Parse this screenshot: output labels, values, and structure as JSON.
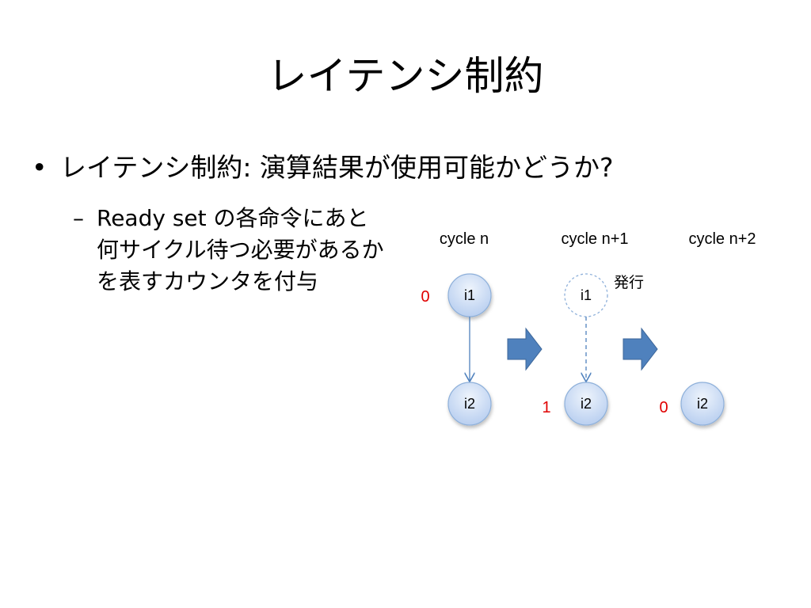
{
  "slide": {
    "title": "レイテンシ制約",
    "bullet1": "レイテンシ制約: 演算結果が使用可能かどうか?",
    "bullet1_marker": "•",
    "sub_marker": "–",
    "sub_bullet": "Ready set の各命令にあと何サイクル待つ必要があるかを表すカウンタを付与"
  },
  "diagram": {
    "cycles": [
      "cycle n",
      "cycle n+1",
      "cycle n+2"
    ],
    "nodes": {
      "i1": "i1",
      "i2": "i2"
    },
    "counters": {
      "cycle_n_i1": "0",
      "cycle_n1_i2": "1",
      "cycle_n2_i2": "0"
    },
    "issue_label": "発行",
    "colors": {
      "node_fill": "#cfe0f7",
      "node_stroke": "#8eb0da",
      "edge": "#4f81bd",
      "arrow_fill": "#4f81bd",
      "counter": "#e00000"
    }
  }
}
